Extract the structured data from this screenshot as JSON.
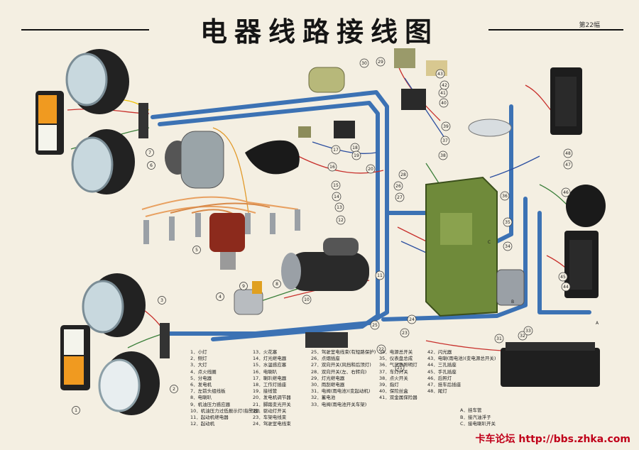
{
  "title": "电器线路接线图",
  "plate": "第22幅",
  "footer": "卡车论坛 http://bbs.zhka.com",
  "legend": {
    "col1": [
      "1．小灯",
      "2．侧灯",
      "3．大灯",
      "4．点火线圈",
      "5．分电器",
      "6．发电机",
      "7．左前头组线板",
      "8．电喇叭",
      "9．机油压力感应器",
      "10．机油压力过低报示灯(指警器)",
      "11．起动机继电器",
      "12．起动机"
    ],
    "col2": [
      "13．火花塞",
      "14．灯光继电器",
      "15．水温感应塞",
      "16．电喇叭",
      "17．喇叭继电器",
      "18．工作灯插座",
      "19．接线管",
      "20．发电机调节器",
      "21．脚踏变光开关",
      "22．驱动灯开关",
      "23．车架电线束",
      "24．驾驶室电线束"
    ],
    "col3": [
      "25．驾驶室电线束(有短路保护)",
      "26．点烟插座",
      "27．双向开关(风挡和后顶灯)",
      "28．双向开关(左、右转向)",
      "29．灯光继电器",
      "30．雨刮继电器",
      "31．电阀(雨电池)(变起动机)",
      "32．蓄电池",
      "33．电阀(雨电池开关车架)"
    ],
    "col4": [
      "34．电源总开关",
      "35．仪表盘总成",
      "36．气压表照明灯",
      "37．车灯开关",
      "38．点火开关",
      "39．指灯",
      "40．保险丝盒",
      "41．双金属保险器"
    ],
    "col5": [
      "42．闪光器",
      "43．电喇(雨电池)(变电源总开关)",
      "44．三孔插座",
      "45．手孔插座",
      "46．后照灯",
      "47．挂车后插座",
      "48．尾灯"
    ],
    "keys": [
      "A．挂车管",
      "B．接汽油浮子",
      "C．接电喇叭开关"
    ]
  },
  "callouts": [
    "1",
    "2",
    "3",
    "4",
    "5",
    "6",
    "7",
    "8",
    "9",
    "10",
    "11",
    "12",
    "13",
    "14",
    "15",
    "16",
    "17",
    "18",
    "19",
    "20",
    "21",
    "22",
    "23",
    "24",
    "25",
    "26",
    "27",
    "28",
    "29",
    "30",
    "31",
    "32",
    "33",
    "34",
    "35",
    "36",
    "37",
    "38",
    "39",
    "40",
    "41",
    "42",
    "43",
    "44",
    "45",
    "46",
    "47",
    "48",
    "A",
    "B",
    "C"
  ]
}
